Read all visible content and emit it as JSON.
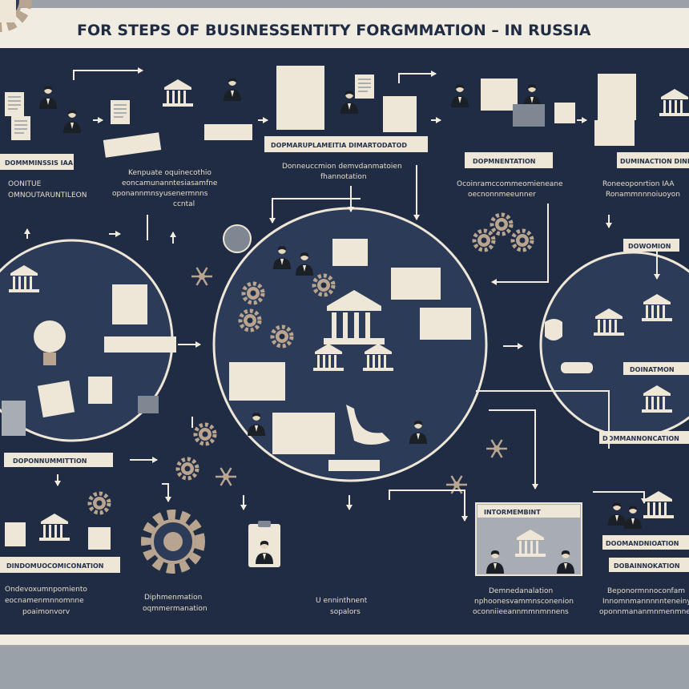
{
  "title": "FOR STEPS OF BUSINESSENTITY FORGMMATION – IN RUSSIA",
  "colors": {
    "frame": "#f1ece1",
    "board": "#1f2c44",
    "panel": "#2c3b57",
    "cream": "#eee6d6",
    "arrow": "#f2ece0",
    "accent": "#b9a58f",
    "wall": "#a7adb3"
  },
  "top_row": [
    {
      "label": "DOMMMINSSIS IAA",
      "caption_1": "OONITUE",
      "caption_2": "OMNOUTARUNTILEON"
    },
    {
      "label": "",
      "caption_1": "Kenpuate oquinecothio",
      "caption_2": "eoncamunanntesiasamfne",
      "caption_3": "oponannmnsyusenermnns",
      "caption_4": "ccntal"
    },
    {
      "label": "DOPMARUPLAMEITIA DIMARTODATOD",
      "caption_1": "Donneuccmion demvdanmatoien",
      "caption_2": "fhannotation"
    },
    {
      "label": "DOPMNENTATION",
      "caption_1": "Ocoinramccommeomieneane",
      "caption_2": "oecnonnmeeunner"
    },
    {
      "label": "DUMINACTION DINNI",
      "caption_1": "Roneeoponrtion IAA",
      "caption_2": "Ronammnnnoiuoyon"
    }
  ],
  "middle_row": [
    {
      "label": "DOPONNUMMITTION"
    },
    {
      "label": ""
    },
    {
      "label": "DOWOMION",
      "label_2": "DOINATMON",
      "label_3": "DOMMANNONCATION"
    }
  ],
  "bottom_row": [
    {
      "label": "DINDOMUOCOMICONATION",
      "caption_1": "Ondevoxumnpomiento",
      "caption_2": "eocnamenmnnomnne",
      "caption_3": "poaimonvorv"
    },
    {
      "label": "",
      "caption_1": "Diphmenmation",
      "caption_2": "oqmmermanation"
    },
    {
      "label": "",
      "caption_1": "U enninthnent",
      "caption_2": "sopalors"
    },
    {
      "label": "INTORMEMBINT",
      "caption_1": "Demnedanalation",
      "caption_2": "nphoonesvammnsconenion",
      "caption_3": "oconniieeannmmnmnnens"
    },
    {
      "label": "DOOMANDNIOATION",
      "label_2": "DOBAINNOKATION",
      "caption_1": "Beponormnnoconfam",
      "caption_2": "Innomnmannnnnteneiny",
      "caption_3": "oponnmananmnmenmnene"
    }
  ]
}
